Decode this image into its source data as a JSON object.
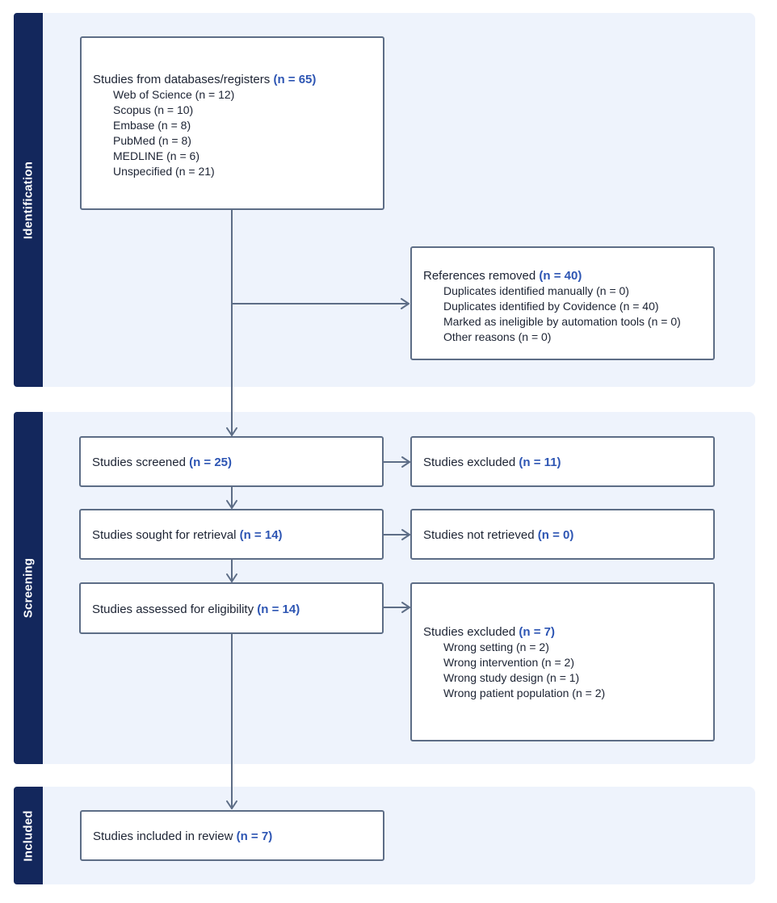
{
  "phases": {
    "identification": "Identification",
    "screening": "Screening",
    "included": "Included"
  },
  "identification_box": {
    "title": "Studies from databases/registers",
    "n": "(n = 65)",
    "items": [
      "Web of Science (n = 12)",
      "Scopus (n = 10)",
      "Embase (n = 8)",
      "PubMed (n = 8)",
      "MEDLINE (n = 6)",
      "Unspecified (n = 21)"
    ]
  },
  "removed_box": {
    "title": "References removed",
    "n": "(n = 40)",
    "items": [
      "Duplicates identified manually (n = 0)",
      "Duplicates identified by Covidence (n = 40)",
      "Marked as ineligible by automation tools (n = 0)",
      "Other reasons (n = 0)"
    ]
  },
  "screened_box": {
    "title": "Studies screened",
    "n": "(n = 25)"
  },
  "excluded_box": {
    "title": "Studies excluded",
    "n": "(n = 11)"
  },
  "sought_box": {
    "title": "Studies sought for retrieval",
    "n": "(n = 14)"
  },
  "not_retrieved_box": {
    "title": "Studies not retrieved",
    "n": "(n = 0)"
  },
  "assessed_box": {
    "title": "Studies assessed for eligibility",
    "n": "(n = 14)"
  },
  "excluded2_box": {
    "title": "Studies excluded",
    "n": "(n = 7)",
    "items": [
      "Wrong setting (n = 2)",
      "Wrong intervention (n = 2)",
      "Wrong study design (n = 1)",
      "Wrong patient population (n = 2)"
    ]
  },
  "included_box": {
    "title": "Studies included in review",
    "n": "(n = 7)"
  },
  "colors": {
    "phase_tab": "#13275c",
    "section_bg": "#eef3fc",
    "count_accent": "#2d55b3",
    "connector": "#5d6d86"
  }
}
